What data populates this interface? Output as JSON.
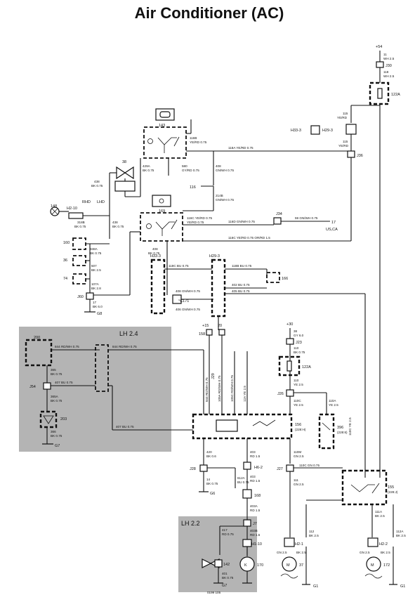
{
  "title": "Air Conditioner (AC)",
  "areas": {
    "lh24": "LH 2.4",
    "lh22": "LH 2.2"
  },
  "supply": {
    "p54": "+54",
    "p15": "+15",
    "p20": "20",
    "p30": "+30",
    "n158": "158"
  },
  "components": {
    "c143": "143",
    "c38": "38",
    "c148": "148",
    "c169": "169",
    "c116": "116",
    "c160": "160",
    "c36": "36",
    "c74": "74",
    "c200": "200",
    "c203": "203",
    "c171": "°C171",
    "c166": "166",
    "c156": "156",
    "c156s": "(228:H)",
    "c396": "396",
    "c396s": "(228:6)",
    "c155": "155",
    "c155s": "(228:J)",
    "c168": "168",
    "c170": "170",
    "c37": "37",
    "c172": "172",
    "c142": "142",
    "c122a_top": "122A",
    "c122a_mid": "122A",
    "j34": "J34",
    "n17": "17",
    "usca": "US,CA"
  },
  "connectors": {
    "h2_10": "H2-10",
    "h33_3_top": "H33-3",
    "h29_3_top": "H29-3",
    "h33_3": "H33-3",
    "h29_3": "H29-3",
    "h6_2": "H6-2",
    "h1_10": "H1-10",
    "h2_1": "H2-1",
    "h2_2": "H2-2",
    "rhd": "RHD",
    "lhd": "LHD"
  },
  "junctions": {
    "j30": "J30",
    "j36": "J36",
    "j60": "J60",
    "j54": "J54",
    "j23": "J23",
    "j29": "J29",
    "j26": "J26",
    "j28": "J28",
    "j27": "J27",
    "j7": "J7"
  },
  "grounds": {
    "g8": "G8",
    "g6": "G6",
    "g7a": "G7",
    "g1a": "G1",
    "g1b": "G1",
    "g7b": "G7"
  },
  "wires": {
    "w11": "11",
    "wh25": "WH 2.5",
    "w118": "118",
    "wh25b": "WH 2.5",
    "w115": "115",
    "yerd": "YE/RD",
    "w115b": "115",
    "yerd2": "YE/RD",
    "w116b": "116B",
    "yerd075": "YE/RD 0.75",
    "w118a": "118A  YE/RD  0.75",
    "w429a": "429A",
    "bk075": "BK 0.75",
    "w580": "580",
    "gyrd": "GY/RD 0.75",
    "w408": "408",
    "gnwh": "GN/WH 0.75",
    "w438": "438",
    "bk075b": "BK 0.75",
    "w318b": "318B",
    "bk075c": "BK 0.75",
    "w214b": "214B",
    "gnwh2": "GN/WH 0.75",
    "w116c": "116C YE/RD 0.75",
    "w116d": "116D GN/WH 0.75",
    "w59": "59 GN/WH 0.75",
    "w116e": "116C YE/RD 0.75  OR/RD 1.5",
    "w118c": "118C BU 0.75",
    "w118b": "118B BU 0.75",
    "w408b": "408 GN/WH 0.75",
    "w402": "402 BU 0.75",
    "w405": "405 BU 0.75",
    "w406": "406 GN/WH 0.75",
    "w348a": "348A",
    "bk075d": "BK 0.75",
    "w507": "507",
    "bk25": "BK 2.5",
    "w107a": "107A",
    "bk25b": "BK 2.8",
    "w17": "17",
    "bk6": "BK 6.0",
    "w844a": "844 RD/WH 0.75",
    "w844b": "844 RD/WH 0.75",
    "w365": "365",
    "bk075e": "BK 0.75",
    "w407a": "407 BU 0.75",
    "w365a": "365A",
    "bk075f": "BK 0.75",
    "w407b": "407 BU 0.75",
    "w366": "366",
    "bk075g": "BK 0.75",
    "w844c": "844 RD/WH 0.75",
    "w105a": "105A RD/WH 0.75",
    "w105c": "105C RD/WH 0.75",
    "w12a": "12A YE 2.5",
    "w38": "38",
    "gy6": "GY 6.0",
    "w110": "110",
    "bk075h": "BK 0.75",
    "w110b": "110",
    "ye25": "YE 2.5",
    "w110c": "110C",
    "ye25b": "YE 2.5",
    "w110a": "110A",
    "ye25c": "YE 2.5",
    "w110e": "110C YE 2.5",
    "w110d": "110C GN 0.75",
    "w110m": "110M",
    "gn25": "GN 2.5",
    "w111": "111",
    "gn25b": "GN 2.5",
    "w420": "420",
    "bk06": "BK 0.6",
    "w14": "14",
    "bk075i": "BK 0.75",
    "w403": "403",
    "rd15": "RD 1.5",
    "w612a": "612A",
    "bu075": "BU 0.75",
    "w403a": "403",
    "rd15b": "RD 1.5",
    "w403b": "403A",
    "rd15c": "RD 1.5",
    "w403c": "403B",
    "rd15d": "RD 1.5",
    "w111a": "111A",
    "bk25c": "BK 2.5",
    "w112": "112",
    "bk25d": "BK 2.5",
    "w112a": "112A",
    "bk25e": "BK 2.5",
    "w417": "417",
    "rd075": "RD 0.75",
    "w401": "401",
    "bk075j": "BK 0.75",
    "gn25c": "GN 2.5",
    "bk25f": "BK 2.5",
    "gn25d": "GN 2.5",
    "bk25g": "BK 2.5",
    "code": "0199 105"
  }
}
